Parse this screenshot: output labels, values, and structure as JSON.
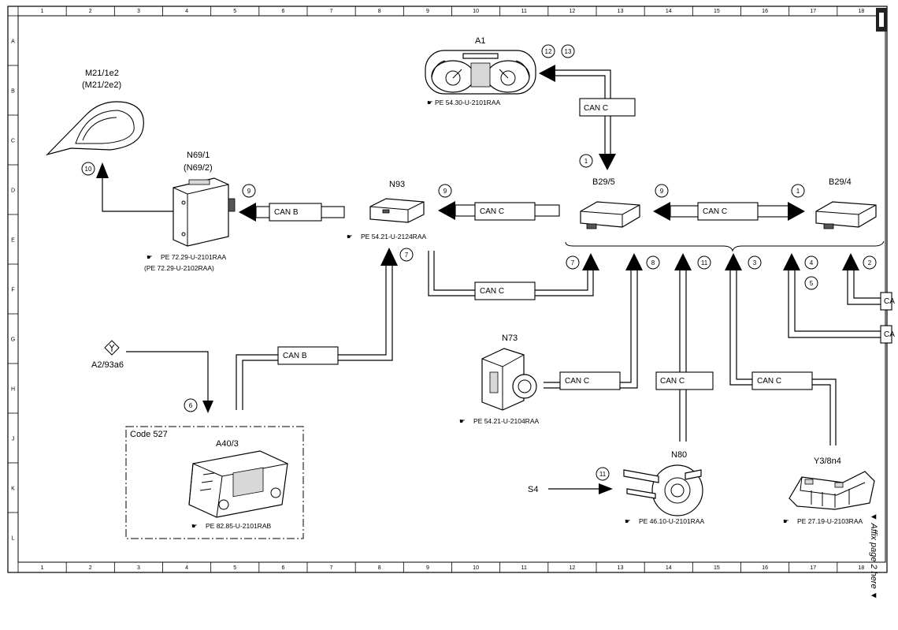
{
  "frame": {
    "columns": [
      "1",
      "2",
      "3",
      "4",
      "5",
      "6",
      "7",
      "8",
      "9",
      "10",
      "11",
      "12",
      "13",
      "14",
      "15",
      "16",
      "17",
      "18"
    ],
    "rows": [
      "A",
      "B",
      "C",
      "D",
      "E",
      "F",
      "G",
      "H",
      "J",
      "K",
      "L"
    ]
  },
  "components": {
    "a1": {
      "label": "A1",
      "ref": "PE 54.30-U-2101RAA"
    },
    "m21": {
      "label": "M21/1e2",
      "label2": "(M21/2e2)"
    },
    "n69": {
      "label": "N69/1",
      "label2": "(N69/2)",
      "ref": "PE 72.29-U-2101RAA",
      "ref2": "(PE 72.29-U-2102RAA)"
    },
    "n93": {
      "label": "N93",
      "ref": "PE 54.21-U-2124RAA"
    },
    "b29_5": {
      "label": "B29/5"
    },
    "b29_4": {
      "label": "B29/4"
    },
    "a2": {
      "label": "A2/93a6"
    },
    "a40": {
      "label": "A40/3",
      "code": "Code 527",
      "ref": "PE 82.85-U-2101RAB"
    },
    "n73": {
      "label": "N73",
      "ref": "PE 54.21-U-2104RAA"
    },
    "n80": {
      "label": "N80",
      "ref": "PE 46.10-U-2101RAA"
    },
    "y3": {
      "label": "Y3/8n4",
      "ref": "PE 27.19-U-2103RAA"
    },
    "s4": {
      "label": "S4"
    }
  },
  "buses": {
    "can_b": "CAN B",
    "can_c": "CAN C",
    "partial": "CA"
  },
  "signals": {
    "n1": "1",
    "n2": "2",
    "n3": "3",
    "n4": "4",
    "n5": "5",
    "n6": "6",
    "n7": "7",
    "n8": "8",
    "n9": "9",
    "n10": "10",
    "n11": "11",
    "n12": "12",
    "n13": "13"
  },
  "side_note": "▼ Affix page 2 here ▼"
}
